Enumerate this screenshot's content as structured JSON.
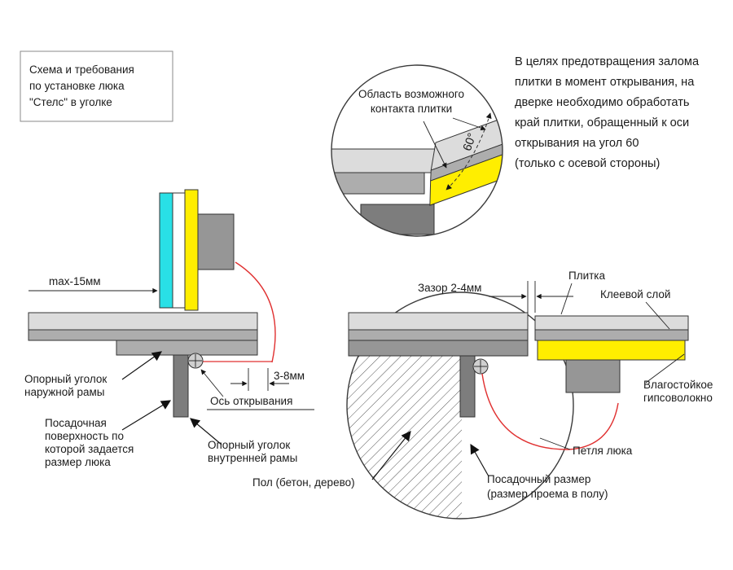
{
  "title_box": {
    "lines": [
      "Схема и требования",
      "по установке люка",
      "\"Стелс\" в уголке"
    ]
  },
  "note": {
    "lines": [
      "В целях предотвращения залома",
      "плитки в момент открывания, на",
      "дверке необходимо обработать",
      "край плитки, обращенный к оси",
      "открывания на угол 60",
      "(только с осевой стороны)"
    ]
  },
  "detail": {
    "label_lines": [
      "Область возможного",
      "контакта плитки"
    ],
    "angle_label": "60°"
  },
  "left": {
    "max_label": "max-15мм",
    "outer_corner_lines": [
      "Опорный уголок",
      "наружной рамы"
    ],
    "seat_lines": [
      "Посадочная",
      "поверхность по",
      "которой задается",
      "размер люка"
    ],
    "axis_label": "Ось открывания",
    "gap_label": "3-8мм",
    "inner_corner_lines": [
      "Опорный уголок",
      "внутренней рамы"
    ]
  },
  "right": {
    "gap_label": "Зазор 2-4мм",
    "tile_label": "Плитка",
    "adhesive_label": "Клеевой слой",
    "gypsum_lines": [
      "Влагостойкое",
      "гипсоволокно"
    ],
    "hinge_label": "Петля люка",
    "floor_label": "Пол (бетон, дерево)",
    "seat_size_lines": [
      "Посадочный размер",
      "(размер проема в полу)"
    ]
  },
  "colors": {
    "tile_cyan": "#29e0e6",
    "gypsum_yellow": "#ffee00",
    "swing_red": "#e03030",
    "light_gray": "#dcdcdc",
    "mid_gray": "#adadad",
    "dark_gray": "#969696",
    "darker_gray": "#7d7d7d"
  }
}
